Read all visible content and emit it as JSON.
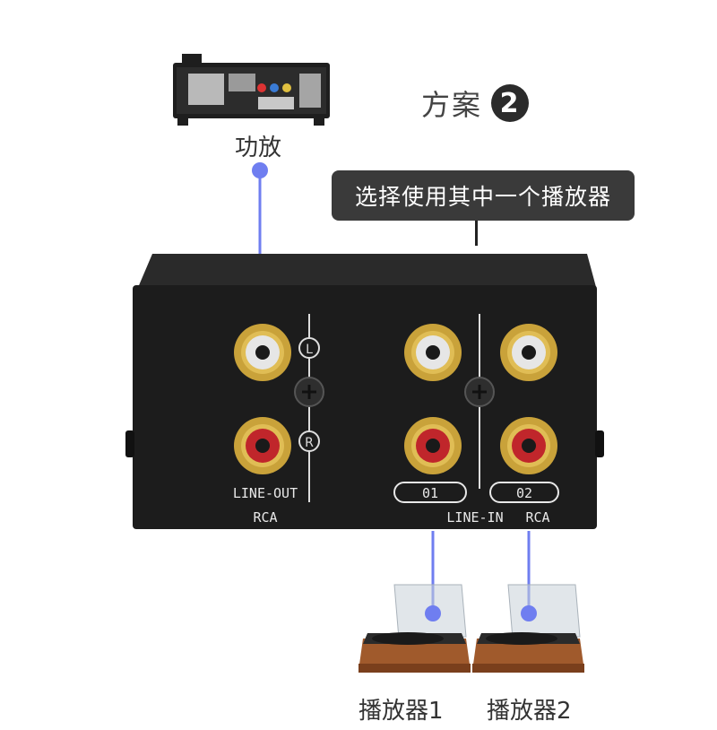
{
  "scheme": {
    "label": "方案",
    "number": "2"
  },
  "amplifier": {
    "label": "功放"
  },
  "tooltip": {
    "text": "选择使用其中一个播放器"
  },
  "panel": {
    "left_channel": "L",
    "right_channel": "R",
    "line_out": "LINE-OUT",
    "rca_out": "RCA",
    "input_1": "01",
    "input_2": "02",
    "line_in": "LINE-IN",
    "rca_in": "RCA"
  },
  "players": [
    {
      "label": "播放器1"
    },
    {
      "label": "播放器2"
    }
  ],
  "colors": {
    "connector_line": "#6f7ef0",
    "box_body": "#1c1c1c",
    "gold": "#c9a23a",
    "left_jack_insert": "#e6e6e6",
    "right_jack_insert": "#c0262b"
  }
}
